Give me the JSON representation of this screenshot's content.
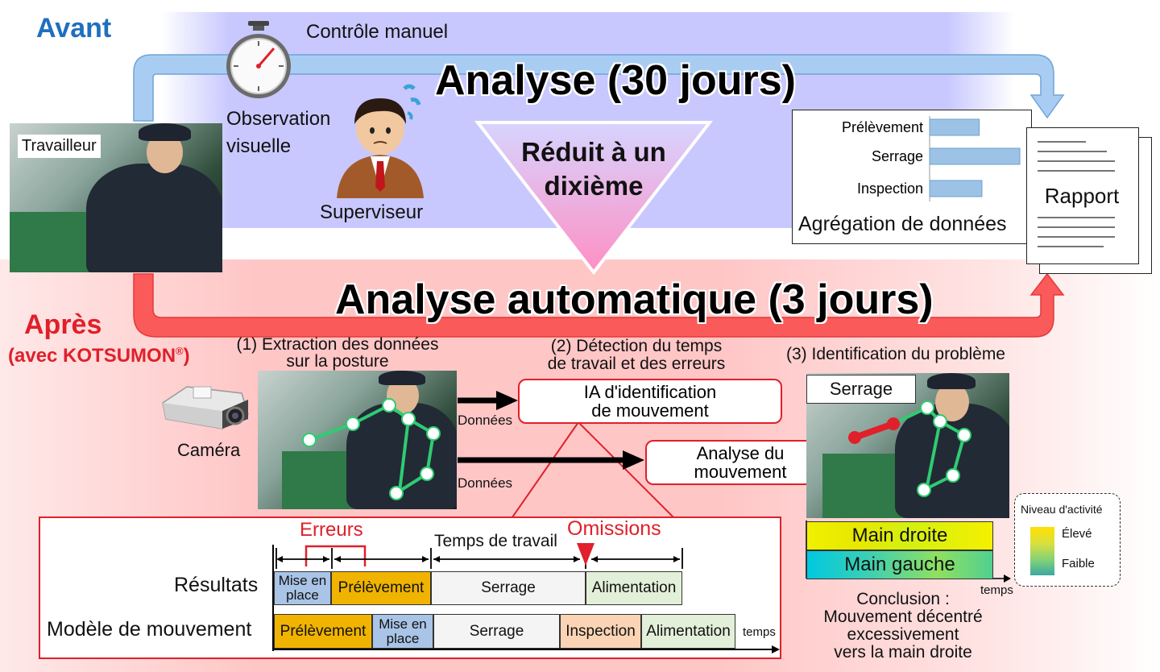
{
  "before": {
    "label": "Avant",
    "manual_check": "Contrôle manuel",
    "title": "Analyse (30 jours)",
    "worker": "Travailleur",
    "visual_obs_line1": "Observation",
    "visual_obs_line2": "visuelle",
    "supervisor": "Superviseur",
    "reduced_line1": "Réduit à un",
    "reduced_line2": "dixième",
    "aggregation": {
      "title": "Agrégation de données",
      "items": [
        {
          "label": "Prélèvement",
          "value": 0.55
        },
        {
          "label": "Serrage",
          "value": 1.0
        },
        {
          "label": "Inspection",
          "value": 0.58
        }
      ]
    },
    "report": "Rapport"
  },
  "after": {
    "title": "Analyse automatique (3 jours)",
    "label": "Après",
    "with_label": "(avec KOTSUMON",
    "registered": "®",
    "close_paren": ")",
    "camera": "Caméra",
    "step1_line1": "(1) Extraction des données",
    "step1_line2": "sur la posture",
    "step2_line1": "(2) Détection du temps",
    "step2_line2": "de travail et des erreurs",
    "step3": "(3) Identification du problème",
    "data_label": "Données",
    "ai_line1": "IA d'identification",
    "ai_line2": "de mouvement",
    "motion_line1": "Analyse du",
    "motion_line2": "mouvement",
    "overlay_label": "Serrage",
    "right_hand": "Main droite",
    "left_hand": "Main gauche",
    "time_label": "temps",
    "activity": {
      "title": "Niveau d'activité",
      "high": "Élevé",
      "low": "Faible"
    },
    "conclusion": [
      "Conclusion :",
      "Mouvement décentré",
      "excessivement",
      "vers la main droite"
    ]
  },
  "timeline": {
    "errors": "Erreurs",
    "work_time": "Temps de travail",
    "omissions": "Omissions",
    "results_label": "Résultats",
    "model_label": "Modèle de mouvement",
    "time_label": "temps",
    "results": [
      {
        "line1": "Mise en",
        "line2": "place",
        "color": "#a9c4e6"
      },
      {
        "line1": "Prélèvement",
        "line2": "",
        "color": "#f0b400"
      },
      {
        "line1": "Serrage",
        "line2": "",
        "color": "#f4f4f4"
      },
      {
        "line1": "Alimentation",
        "line2": "",
        "color": "#e2efd9"
      }
    ],
    "model": [
      {
        "line1": "Prélèvement",
        "line2": "",
        "color": "#f0b400"
      },
      {
        "line1": "Mise en",
        "line2": "place",
        "color": "#a9c4e6"
      },
      {
        "line1": "Serrage",
        "line2": "",
        "color": "#f4f4f4"
      },
      {
        "line1": "Inspection",
        "line2": "",
        "color": "#fad4b4"
      },
      {
        "line1": "Alimentation",
        "line2": "",
        "color": "#e2efd9"
      }
    ]
  },
  "colors": {
    "before_blue": "#1f6fbf",
    "after_red": "#e0202a",
    "arrow_blue": "#a9cdf2",
    "arrow_red": "#fb5a5a"
  }
}
